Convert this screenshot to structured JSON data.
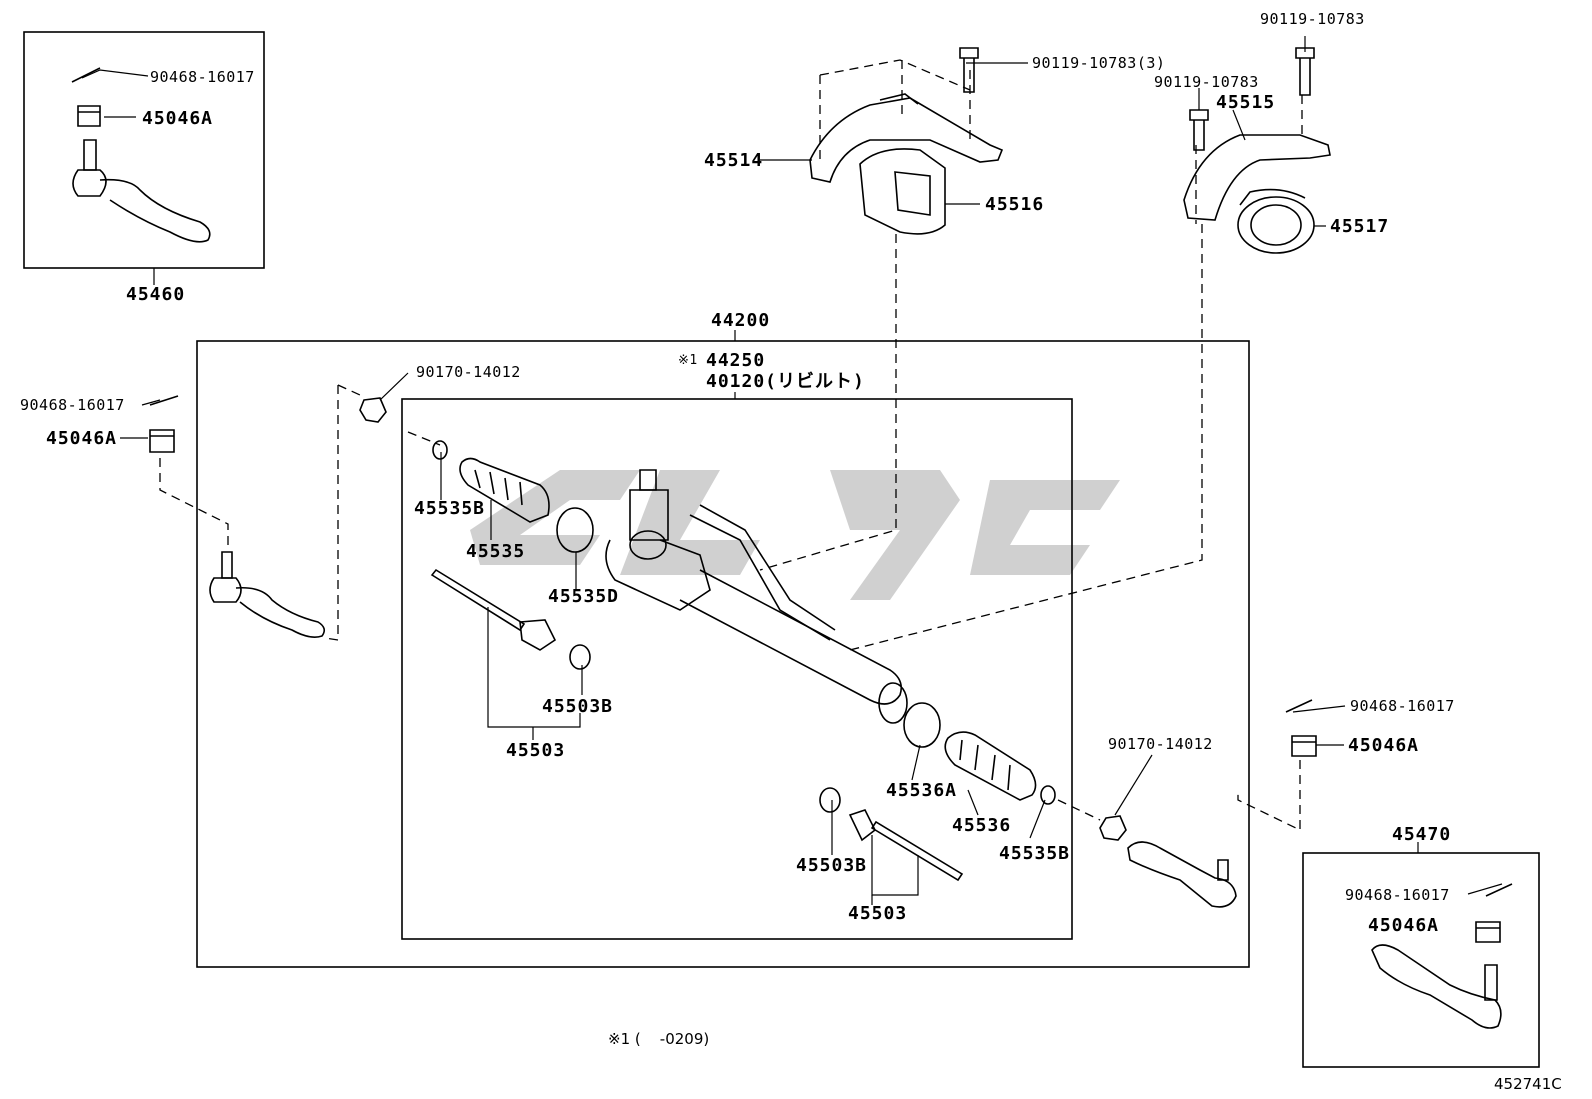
{
  "labels": {
    "box_tl_code": "45460",
    "tl_cotter": "90468-16017",
    "tl_nut": "45046A",
    "bolt_main": "90119-10783(3)",
    "bolt_top_right": "90119-10783",
    "bolt_right": "90119-10783",
    "bracket_left": "45514",
    "bushing_left": "45516",
    "bracket_right": "45515",
    "bushing_right": "45517",
    "assembly_outer": "44200",
    "assembly_sub": "44250",
    "assembly_sub_mark": "※1",
    "assembly_inner": "40120(リビルト)",
    "left_cotter": "90468-16017",
    "left_nut": "45046A",
    "left_locknut": "90170-14012",
    "clamp_b_left": "45535B",
    "boot_left": "45535",
    "clamp_d": "45535D",
    "washer_left": "45503B",
    "rod_left": "45503",
    "clamp_a": "45536A",
    "boot_right": "45536",
    "clamp_b_right": "45535B",
    "right_locknut": "90170-14012",
    "washer_right": "45503B",
    "rod_right": "45503",
    "right_cotter": "90468-16017",
    "right_nut": "45046A",
    "box_br_code": "45470",
    "br_cotter": "90468-16017",
    "br_nut": "45046A",
    "footnote": "※1 (    -0209)",
    "diagram_code": "452741C"
  },
  "colors": {
    "line": "#000000",
    "watermark": "#c8c8c8"
  }
}
